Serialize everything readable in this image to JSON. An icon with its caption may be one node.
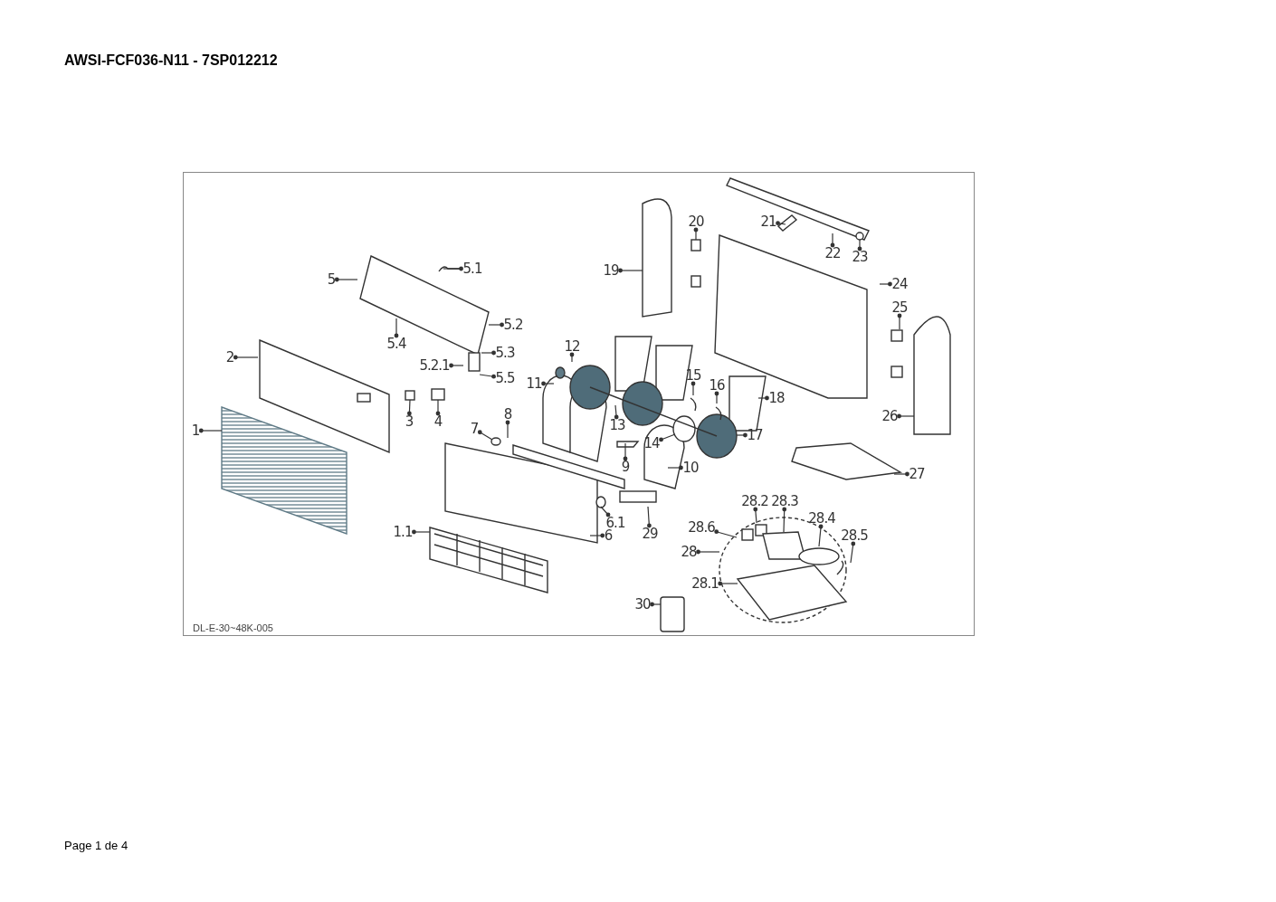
{
  "diagram": {
    "title": "AWSI-FCF036-N11 - 7SP012212",
    "nodes": [
      {
        "text": [
          "1"
        ]
      },
      {
        "text": [
          "1.1"
        ]
      },
      {
        "text": [
          "2"
        ]
      },
      {
        "text": [
          "3"
        ]
      },
      {
        "text": [
          "4"
        ]
      },
      {
        "text": [
          "5"
        ]
      },
      {
        "text": [
          "5.1"
        ]
      },
      {
        "text": [
          "5.2"
        ]
      },
      {
        "text": [
          "5.2.1"
        ]
      },
      {
        "text": [
          "5.3"
        ]
      },
      {
        "text": [
          "5.4"
        ]
      },
      {
        "text": [
          "5.5"
        ]
      },
      {
        "text": [
          "6"
        ]
      },
      {
        "text": [
          "6.1"
        ]
      },
      {
        "text": [
          "7"
        ]
      },
      {
        "text": [
          "8"
        ]
      },
      {
        "text": [
          "9"
        ]
      },
      {
        "text": [
          "10"
        ]
      },
      {
        "text": [
          "11"
        ]
      },
      {
        "text": [
          "12"
        ]
      },
      {
        "text": [
          "13"
        ]
      },
      {
        "text": [
          "14"
        ]
      },
      {
        "text": [
          "15"
        ]
      },
      {
        "text": [
          "16"
        ]
      },
      {
        "text": [
          "17"
        ]
      },
      {
        "text": [
          "18"
        ]
      },
      {
        "text": [
          "19"
        ]
      },
      {
        "text": [
          "20"
        ]
      },
      {
        "text": [
          "21"
        ]
      },
      {
        "text": [
          "22"
        ]
      },
      {
        "text": [
          "23"
        ]
      },
      {
        "text": [
          "24"
        ]
      },
      {
        "text": [
          "25"
        ]
      },
      {
        "text": [
          "26"
        ]
      },
      {
        "text": [
          "27"
        ]
      },
      {
        "text": [
          "28"
        ]
      },
      {
        "text": [
          "28.1"
        ]
      },
      {
        "text": [
          "28.2"
        ]
      },
      {
        "text": [
          "28.3"
        ]
      },
      {
        "text": [
          "28.4"
        ]
      },
      {
        "text": [
          "28.5"
        ]
      },
      {
        "text": [
          "28.6"
        ]
      },
      {
        "text": [
          "29"
        ]
      },
      {
        "text": [
          "30"
        ]
      }
    ],
    "edges": [
      {
        "from": 0,
        "to": null,
        "arrow": "other"
      },
      {
        "from": 1,
        "to": null,
        "arrow": "other"
      },
      {
        "from": 2,
        "to": null,
        "arrow": "other"
      },
      {
        "from": 3,
        "to": null,
        "arrow": "other"
      },
      {
        "from": 4,
        "to": null,
        "arrow": "other"
      },
      {
        "from": 5,
        "to": null,
        "arrow": "other"
      },
      {
        "from": 6,
        "to": null,
        "arrow": "other"
      },
      {
        "from": 7,
        "to": null,
        "arrow": "other"
      },
      {
        "from": 8,
        "to": null,
        "arrow": "other"
      },
      {
        "from": 9,
        "to": null,
        "arrow": "other"
      },
      {
        "from": 10,
        "to": null,
        "arrow": "other"
      },
      {
        "from": 11,
        "to": null,
        "arrow": "other"
      },
      {
        "from": 12,
        "to": null,
        "arrow": "other"
      },
      {
        "from": 13,
        "to": null,
        "arrow": "other"
      },
      {
        "from": 14,
        "to": null,
        "arrow": "other"
      },
      {
        "from": 15,
        "to": null,
        "arrow": "other"
      },
      {
        "from": 16,
        "to": null,
        "arrow": "other"
      },
      {
        "from": 17,
        "to": null,
        "arrow": "other"
      },
      {
        "from": 18,
        "to": null,
        "arrow": "other"
      },
      {
        "from": 19,
        "to": null,
        "arrow": "other"
      },
      {
        "from": 20,
        "to": null,
        "arrow": "other"
      },
      {
        "from": 21,
        "to": null,
        "arrow": "other"
      },
      {
        "from": 22,
        "to": null,
        "arrow": "other"
      },
      {
        "from": 23,
        "to": null,
        "arrow": "other"
      },
      {
        "from": 24,
        "to": null,
        "arrow": "other"
      },
      {
        "from": 25,
        "to": null,
        "arrow": "other"
      },
      {
        "from": 26,
        "to": null,
        "arrow": "other"
      },
      {
        "from": 27,
        "to": null,
        "arrow": "other"
      },
      {
        "from": 28,
        "to": null,
        "arrow": "other"
      },
      {
        "from": 29,
        "to": null,
        "arrow": "other"
      },
      {
        "from": 30,
        "to": null,
        "arrow": "other"
      },
      {
        "from": 31,
        "to": null,
        "arrow": "other"
      },
      {
        "from": 32,
        "to": null,
        "arrow": "other"
      },
      {
        "from": 33,
        "to": null,
        "arrow": "other"
      },
      {
        "from": 34,
        "to": null,
        "arrow": "other"
      },
      {
        "from": 35,
        "to": null,
        "arrow": "other"
      },
      {
        "from": 36,
        "to": null,
        "arrow": "other"
      },
      {
        "from": 37,
        "to": null,
        "arrow": "other"
      },
      {
        "from": 38,
        "to": null,
        "arrow": "other"
      },
      {
        "from": 39,
        "to": null,
        "arrow": "other"
      },
      {
        "from": 40,
        "to": null,
        "arrow": "other"
      },
      {
        "from": 41,
        "to": null,
        "arrow": "other"
      },
      {
        "from": 42,
        "to": null,
        "arrow": "other"
      },
      {
        "from": 43,
        "to": null,
        "arrow": "other"
      }
    ],
    "labels": [
      "DL-E-30~48K-005",
      "Page 1 de 4"
    ]
  }
}
